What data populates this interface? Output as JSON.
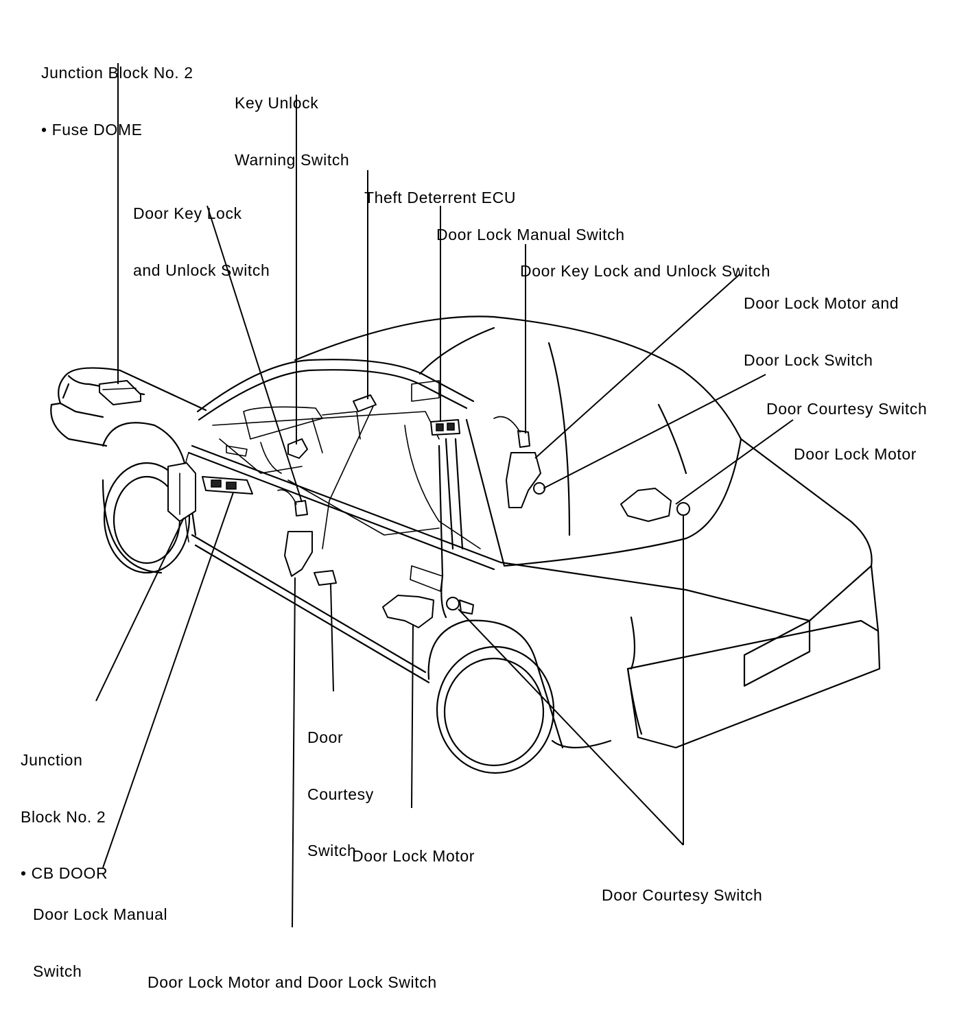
{
  "labels": {
    "jb2_dome": [
      "Junction Block No. 2",
      "• Fuse DOME"
    ],
    "key_unlock_warning": [
      "Key Unlock",
      "Warning Switch"
    ],
    "theft_ecu": [
      "Theft Deterrent ECU"
    ],
    "door_key_lock_left": [
      "Door Key Lock",
      "and Unlock Switch"
    ],
    "door_lock_manual_right": [
      "Door Lock Manual Switch"
    ],
    "door_key_lock_right": [
      "Door Key Lock and Unlock Switch"
    ],
    "motor_switch_right": [
      "Door Lock Motor and",
      "Door Lock Switch"
    ],
    "courtesy_right": [
      "Door Courtesy Switch"
    ],
    "lock_motor_right": [
      "Door Lock Motor"
    ],
    "jb2_cb_door": [
      "Junction",
      "Block No. 2",
      "• CB DOOR"
    ],
    "courtesy_center": [
      "Door",
      "Courtesy",
      "Switch"
    ],
    "lock_motor_bottom": [
      "Door Lock Motor"
    ],
    "courtesy_bottom": [
      "Door Courtesy Switch"
    ],
    "manual_left": [
      "Door Lock Manual",
      "Switch"
    ],
    "motor_switch_bottom": [
      "Door Lock Motor and Door Lock Switch"
    ]
  },
  "colors": {
    "ink": "#000000",
    "paper": "#ffffff"
  }
}
